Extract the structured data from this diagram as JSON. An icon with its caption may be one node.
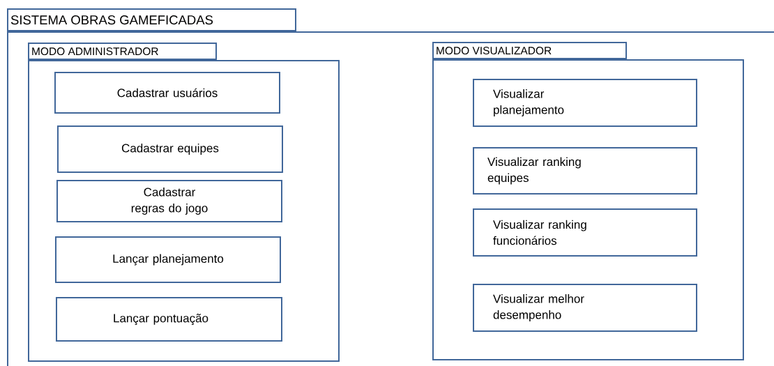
{
  "diagram": {
    "nodes": [
      {
        "text": [
          "SISTEMA OBRAS GAMEFICADAS"
        ]
      },
      {
        "text": [
          "MODO ADMINISTRADOR"
        ],
        "in": 0
      },
      {
        "text": [
          "Cadastrar usuários"
        ],
        "in": 1
      },
      {
        "text": [
          "Cadastrar equipes"
        ],
        "in": 1
      },
      {
        "text": [
          "Cadastrar regras do jogo"
        ],
        "in": 1
      },
      {
        "text": [
          "Lançar planejamento"
        ],
        "in": 1
      },
      {
        "text": [
          "Lançar pontuação"
        ],
        "in": 1
      },
      {
        "text": [
          "MODO VISUALIZADOR"
        ],
        "in": 0
      },
      {
        "text": [
          "Visualizar planejamento"
        ],
        "in": 7
      },
      {
        "text": [
          "Visualizar ranking equipes"
        ],
        "in": 7
      },
      {
        "text": [
          "Visualizar ranking funcionários"
        ],
        "in": 7
      },
      {
        "text": [
          "Visualizar melhor desempenho"
        ],
        "in": 7
      }
    ]
  }
}
